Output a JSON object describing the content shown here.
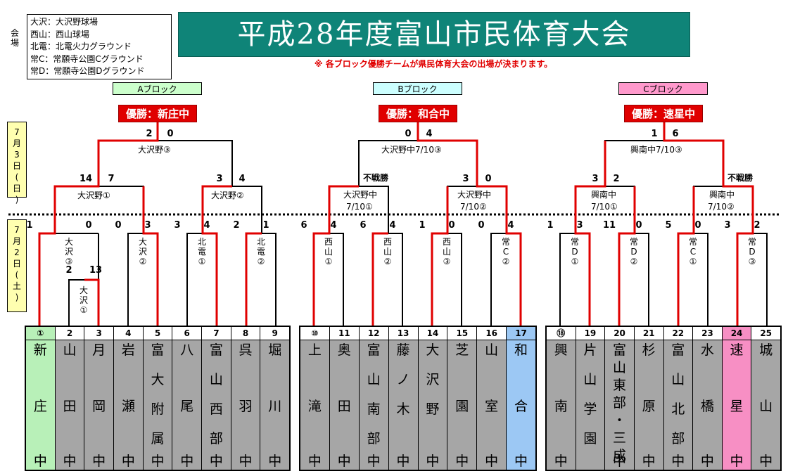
{
  "venues": {
    "side_label": "会場",
    "lines": [
      "大沢：大沢野球場",
      "西山：西山球場",
      "北電：北電火力グラウンド",
      "常C：常願寺公園Cグラウンド",
      "常D：常願寺公園Dグラウンド"
    ]
  },
  "title": "平成28年度富山市民体育大会",
  "note": "※ 各ブロック優勝チームが県民体育大会の出場が決まります。",
  "dates": {
    "day3": "7月3日(日)",
    "day2": "7月2日(土)"
  },
  "blocks": [
    {
      "name": "Aブロック",
      "champion": "優勝：新庄中",
      "final_score": [
        "2",
        "0"
      ],
      "final_venue": "大沢野③"
    },
    {
      "name": "Bブロック",
      "champion": "優勝：和合中",
      "final_score": [
        "0",
        "4"
      ],
      "final_venue": "大沢野中7/10③"
    },
    {
      "name": "Cブロック",
      "champion": "優勝：速星中",
      "final_score": [
        "1",
        "6"
      ],
      "final_venue": "興南中7/10③"
    }
  ],
  "semis": [
    {
      "venue": "大沢野①",
      "score": [
        "14",
        "7"
      ]
    },
    {
      "venue": "大沢野②",
      "score": [
        "3",
        "4"
      ]
    },
    {
      "venue": "大沢野中",
      "venue2": "7/10①",
      "note": "不戦勝"
    },
    {
      "venue": "大沢野中",
      "venue2": "7/10②",
      "score": [
        "3",
        "0"
      ]
    },
    {
      "venue": "興南中",
      "venue2": "7/10①",
      "score": [
        "3",
        "2"
      ]
    },
    {
      "venue": "興南中",
      "venue2": "7/10②",
      "note": "不戦勝"
    }
  ],
  "first_round": [
    {
      "venue": "大沢③",
      "score": [
        "1",
        "0"
      ]
    },
    {
      "venue": "大沢②",
      "score": [
        "0",
        "3"
      ]
    },
    {
      "venue": "北電①",
      "score": [
        "3",
        "4"
      ]
    },
    {
      "venue": "北電②",
      "score": [
        "2",
        "1"
      ]
    },
    {
      "venue": "西山①",
      "score": [
        "6",
        "4"
      ]
    },
    {
      "venue": "西山②",
      "score": [
        "6",
        "4"
      ]
    },
    {
      "venue": "西山③",
      "score": [
        "1",
        "0"
      ]
    },
    {
      "venue": "常C②",
      "score": [
        "0",
        "4"
      ]
    },
    {
      "venue": "常D①",
      "score": [
        "1",
        "3"
      ]
    },
    {
      "venue": "常D②",
      "score": [
        "11",
        "0"
      ]
    },
    {
      "venue": "常C①",
      "score": [
        "5",
        "0"
      ]
    },
    {
      "venue": "常D③",
      "score": [
        "3",
        "2"
      ]
    }
  ],
  "play_in": {
    "venue": "大沢①",
    "score": [
      "2",
      "13"
    ]
  },
  "teams": [
    {
      "num": "①",
      "name": "新庄",
      "suffix": "中",
      "color": "#b8f0b8"
    },
    {
      "num": "2",
      "name": "山田",
      "suffix": "中",
      "color": "#a6a6a6"
    },
    {
      "num": "3",
      "name": "月岡",
      "suffix": "中",
      "color": "#a6a6a6"
    },
    {
      "num": "4",
      "name": "岩瀬",
      "suffix": "中",
      "color": "#a6a6a6"
    },
    {
      "num": "5",
      "name": "富大附属",
      "suffix": "中",
      "color": "#a6a6a6"
    },
    {
      "num": "6",
      "name": "八尾",
      "suffix": "中",
      "color": "#a6a6a6"
    },
    {
      "num": "7",
      "name": "富山西部",
      "suffix": "中",
      "color": "#a6a6a6"
    },
    {
      "num": "8",
      "name": "呉羽",
      "suffix": "中",
      "color": "#a6a6a6"
    },
    {
      "num": "9",
      "name": "堀川",
      "suffix": "中",
      "color": "#a6a6a6"
    },
    {
      "num": "⑩",
      "name": "上滝",
      "suffix": "中",
      "color": "#a6a6a6"
    },
    {
      "num": "11",
      "name": "奥田",
      "suffix": "中",
      "color": "#a6a6a6"
    },
    {
      "num": "12",
      "name": "富山南部",
      "suffix": "中",
      "color": "#a6a6a6"
    },
    {
      "num": "13",
      "name": "藤ノ木",
      "suffix": "中",
      "color": "#a6a6a6"
    },
    {
      "num": "14",
      "name": "大沢野",
      "suffix": "中",
      "color": "#a6a6a6"
    },
    {
      "num": "15",
      "name": "芝園",
      "suffix": "中",
      "color": "#a6a6a6"
    },
    {
      "num": "16",
      "name": "山室",
      "suffix": "中",
      "color": "#a6a6a6"
    },
    {
      "num": "17",
      "name": "和合",
      "suffix": "中",
      "color": "#9cc8f4"
    },
    {
      "num": "⑱",
      "name": "興南",
      "suffix": "中",
      "color": "#a6a6a6"
    },
    {
      "num": "19",
      "name": "片山学園",
      "suffix": "",
      "color": "#a6a6a6"
    },
    {
      "num": "20",
      "name": "富山東部・三成",
      "suffix": "中",
      "color": "#a6a6a6"
    },
    {
      "num": "21",
      "name": "杉原",
      "suffix": "中",
      "color": "#a6a6a6"
    },
    {
      "num": "22",
      "name": "富山北部",
      "suffix": "中",
      "color": "#a6a6a6"
    },
    {
      "num": "23",
      "name": "水橋",
      "suffix": "中",
      "color": "#a6a6a6"
    },
    {
      "num": "24",
      "name": "速星",
      "suffix": "中",
      "color": "#f78fc4"
    },
    {
      "num": "25",
      "name": "城山",
      "suffix": "中",
      "color": "#a6a6a6"
    }
  ],
  "colors": {
    "title_bg": "#0f8478",
    "winner_line": "#e00000",
    "block_a": "#ccffcc",
    "block_b": "#ccffff",
    "block_c": "#ff99cc",
    "date_bg": "#ffffb0"
  }
}
